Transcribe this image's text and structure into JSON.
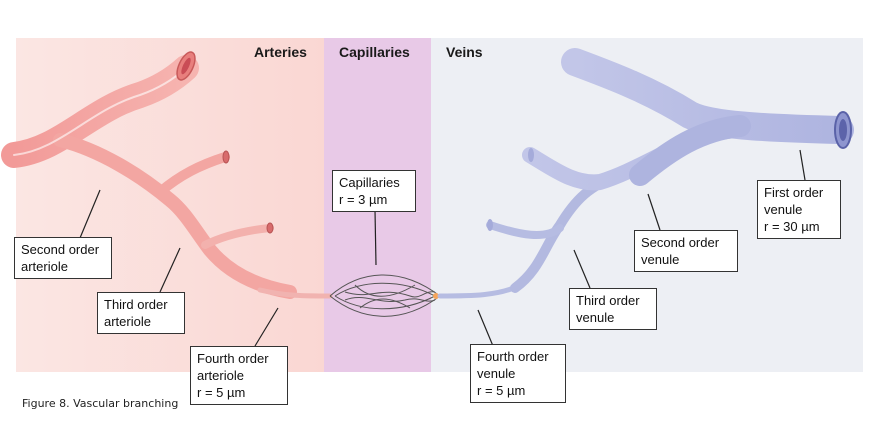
{
  "regions": {
    "arteries": "Arteries",
    "capillaries": "Capillaries",
    "veins": "Veins"
  },
  "labels": {
    "second_arteriole": [
      "Second order",
      "arteriole"
    ],
    "third_arteriole": [
      "Third order",
      "arteriole"
    ],
    "fourth_arteriole": [
      "Fourth order",
      "arteriole",
      "r = 5 µm"
    ],
    "capillaries": [
      "Capillaries",
      "r = 3 µm"
    ],
    "fourth_venule": [
      "Fourth order",
      "venule",
      "r = 5 µm"
    ],
    "third_venule": [
      "Third order",
      "venule"
    ],
    "second_venule": [
      "Second order",
      "venule"
    ],
    "first_venule": [
      "First order",
      "venule",
      "r = 30 µm"
    ]
  },
  "caption": "Figure 8. Vascular branching",
  "colors": {
    "artery_band": "#fbe1de",
    "capillary_band": "#e9cce8",
    "vein_band": "#eceff5",
    "artery": "#f4a9a6",
    "vein": "#b7bde3"
  }
}
